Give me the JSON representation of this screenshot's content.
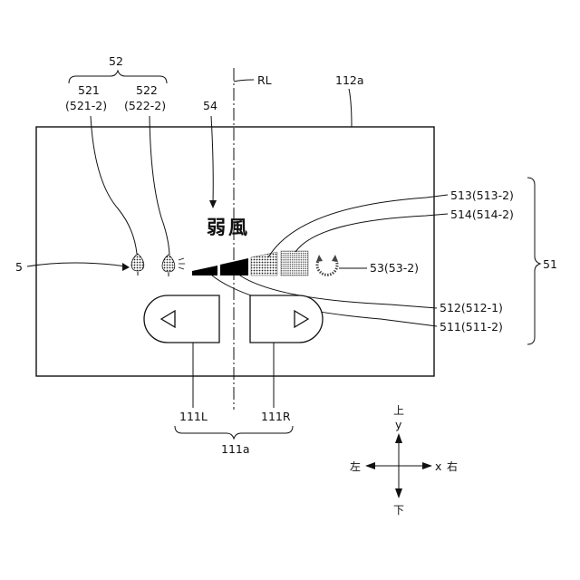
{
  "figure": {
    "display_ref": "112a",
    "centerline_label": "RL",
    "wind_text": "弱風",
    "wind_text_ref": "54",
    "indicator_ref": "5",
    "group_52": {
      "ref": "52",
      "left_ref": "521",
      "left_sub": "(521-2)",
      "right_ref": "522",
      "right_sub": "(522-2)"
    },
    "group_51": {
      "ref": "51"
    },
    "indicator_labels": {
      "r513": "513(513-2)",
      "r514": "514(514-2)",
      "r53": "53(53-2)",
      "r512": "512(512-1)",
      "r511": "511(511-2)"
    },
    "buttons": {
      "left_ref": "111L",
      "right_ref": "111R",
      "group_ref": "111a",
      "left_glyph": "◁",
      "right_glyph": "▷"
    },
    "compass": {
      "up": "上",
      "y": "y",
      "down": "下",
      "left": "左",
      "x": "x",
      "right": "右"
    }
  }
}
